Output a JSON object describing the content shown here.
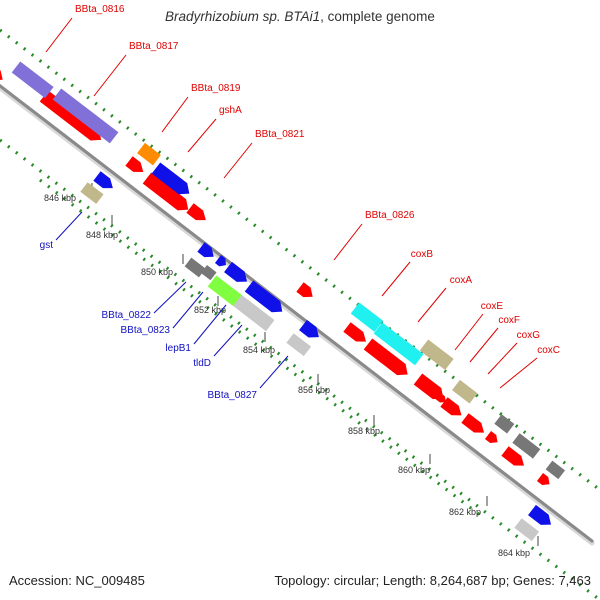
{
  "header": {
    "organism": "Bradyrhizobium sp. BTAi1",
    "suffix": ", complete genome"
  },
  "footer": {
    "accession": "Accession: NC_009485",
    "topology": "Topology: circular; Length: 8,264,687 bp; Genes: 7,463"
  },
  "colors": {
    "backbone": "#8a8a8a",
    "dotted_track": "#2a8a2a",
    "label_red": "#e00000",
    "label_blue": "#1010c0",
    "tick_text": "#333333",
    "red": "#ff0000",
    "blue": "#1010e8",
    "purple": "#8070d8",
    "orange": "#ff8c00",
    "khaki": "#c0b88a",
    "gray": "#777777",
    "light_gray": "#c8c8c8",
    "lime": "#80ff40",
    "cyan": "#20f0f0"
  },
  "scale_ticks": [
    {
      "label": "846 kbp"
    },
    {
      "label": "848 kbp"
    },
    {
      "label": "850 kbp"
    },
    {
      "label": "852 kbp"
    },
    {
      "label": "854 kbp"
    },
    {
      "label": "856 kbp"
    },
    {
      "label": "858 kbp"
    },
    {
      "label": "860 kbp"
    },
    {
      "label": "862 kbp"
    },
    {
      "label": "864 kbp"
    }
  ],
  "features": [
    {
      "name": "red-cds-1",
      "color": "red"
    },
    {
      "name": "red-cds-2",
      "color": "red"
    },
    {
      "name": "red-cds-3",
      "color": "red"
    },
    {
      "name": "red-cds-4",
      "color": "red"
    },
    {
      "name": "red-cds-5",
      "color": "red"
    },
    {
      "name": "red-cds-6",
      "color": "red"
    },
    {
      "name": "red-cds-7",
      "color": "red"
    },
    {
      "name": "red-cds-8",
      "color": "red"
    },
    {
      "name": "red-cds-9",
      "color": "red"
    },
    {
      "name": "red-cds-10",
      "color": "red"
    },
    {
      "name": "red-cds-11",
      "color": "red"
    },
    {
      "name": "red-cds-12",
      "color": "red"
    },
    {
      "name": "red-cds-13",
      "color": "red"
    },
    {
      "name": "red-cds-14",
      "color": "red"
    },
    {
      "name": "red-cds-15",
      "color": "red"
    },
    {
      "name": "purple-feature-1",
      "color": "purple"
    },
    {
      "name": "purple-feature-2",
      "color": "purple"
    },
    {
      "name": "orange-feature",
      "color": "orange"
    },
    {
      "name": "blue-cds-1",
      "color": "blue"
    },
    {
      "name": "blue-cds-2",
      "color": "blue"
    },
    {
      "name": "blue-cds-3",
      "color": "blue"
    },
    {
      "name": "blue-cds-4",
      "color": "blue"
    },
    {
      "name": "blue-cds-5",
      "color": "blue"
    },
    {
      "name": "blue-cds-6",
      "color": "blue"
    },
    {
      "name": "blue-cds-7",
      "color": "blue"
    },
    {
      "name": "blue-cds-8",
      "color": "blue"
    },
    {
      "name": "khaki-feature-1",
      "color": "khaki"
    },
    {
      "name": "khaki-feature-2",
      "color": "khaki"
    },
    {
      "name": "khaki-feature-3",
      "color": "khaki"
    },
    {
      "name": "gray-feature-1",
      "color": "gray"
    },
    {
      "name": "gray-feature-2",
      "color": "gray"
    },
    {
      "name": "gray-feature-3",
      "color": "gray"
    },
    {
      "name": "gray-feature-4",
      "color": "gray"
    },
    {
      "name": "gray-feature-5",
      "color": "gray"
    },
    {
      "name": "light-gray-feature-1",
      "color": "light_gray"
    },
    {
      "name": "light-gray-feature-2",
      "color": "light_gray"
    },
    {
      "name": "light-gray-feature-3",
      "color": "light_gray"
    },
    {
      "name": "lime-feature",
      "color": "lime"
    },
    {
      "name": "cyan-feature-1",
      "color": "cyan"
    },
    {
      "name": "cyan-feature-2",
      "color": "cyan"
    }
  ],
  "gene_labels": [
    {
      "label": "BBta_0816",
      "color": "red"
    },
    {
      "label": "BBta_0817",
      "color": "red"
    },
    {
      "label": "BBta_0819",
      "color": "red"
    },
    {
      "label": "gshA",
      "color": "red"
    },
    {
      "label": "BBta_0821",
      "color": "red"
    },
    {
      "label": "BBta_0826",
      "color": "red"
    },
    {
      "label": "coxB",
      "color": "red"
    },
    {
      "label": "coxA",
      "color": "red"
    },
    {
      "label": "coxE",
      "color": "red"
    },
    {
      "label": "coxF",
      "color": "red"
    },
    {
      "label": "coxG",
      "color": "red"
    },
    {
      "label": "coxC",
      "color": "red"
    },
    {
      "label": "gst",
      "color": "blue"
    },
    {
      "label": "BBta_0822",
      "color": "blue"
    },
    {
      "label": "BBta_0823",
      "color": "blue"
    },
    {
      "label": "lepB1",
      "color": "blue"
    },
    {
      "label": "tldD",
      "color": "blue"
    },
    {
      "label": "BBta_0827",
      "color": "blue"
    }
  ]
}
